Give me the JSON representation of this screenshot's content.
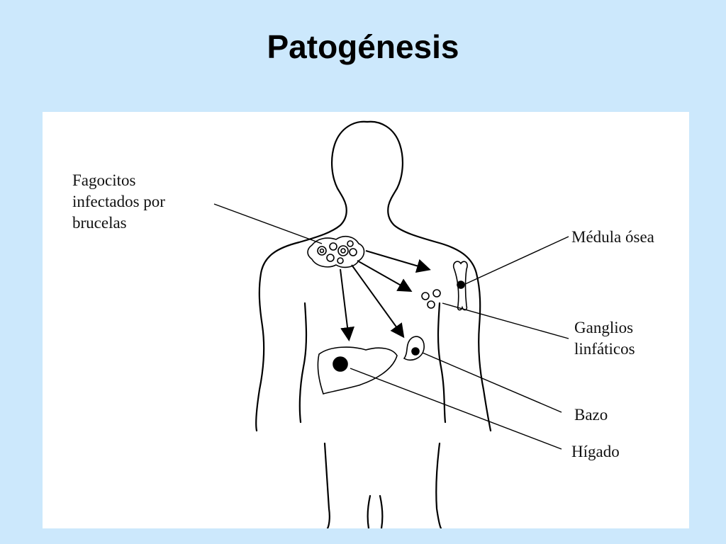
{
  "slide": {
    "title": "Patogénesis"
  },
  "diagram": {
    "labels": {
      "phagocytes": [
        "Fagocitos",
        "infectados por",
        "brucelas"
      ],
      "bone_marrow": "Médula ósea",
      "lymph_nodes": [
        "Ganglios",
        "linfáticos"
      ],
      "spleen": "Bazo",
      "liver": "Hígado"
    }
  }
}
